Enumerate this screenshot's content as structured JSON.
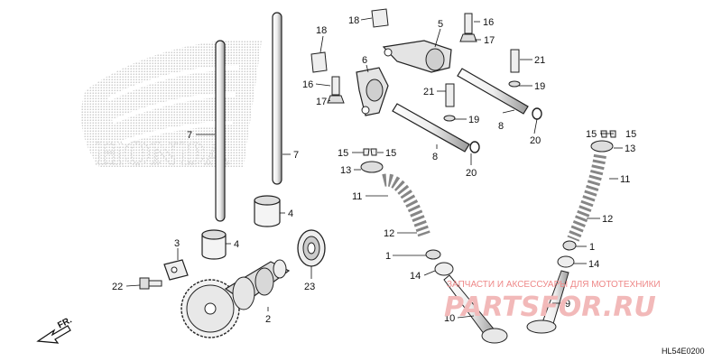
{
  "diagram": {
    "brand_text": "HONDA",
    "watermark_top": "ЗАПЧАСТИ И АКСЕССУАРЫ ДЛЯ МОТОТЕХНИКИ",
    "watermark_logo": "PARTSFOR.RU",
    "direction_label": "FR.",
    "drawing_code": "HL54E0200",
    "labels": [
      {
        "id": "p7a",
        "text": "7"
      },
      {
        "id": "p7b",
        "text": "7"
      },
      {
        "id": "p4a",
        "text": "4"
      },
      {
        "id": "p4b",
        "text": "4"
      },
      {
        "id": "p3",
        "text": "3"
      },
      {
        "id": "p22",
        "text": "22"
      },
      {
        "id": "p2",
        "text": "2"
      },
      {
        "id": "p23",
        "text": "23"
      },
      {
        "id": "p18a",
        "text": "18"
      },
      {
        "id": "p18b",
        "text": "18"
      },
      {
        "id": "p5",
        "text": "5"
      },
      {
        "id": "p16a",
        "text": "16"
      },
      {
        "id": "p17a",
        "text": "17"
      },
      {
        "id": "p6",
        "text": "6"
      },
      {
        "id": "p16b",
        "text": "16"
      },
      {
        "id": "p17b",
        "text": "17"
      },
      {
        "id": "p21a",
        "text": "21"
      },
      {
        "id": "p19a",
        "text": "19"
      },
      {
        "id": "p8a",
        "text": "8"
      },
      {
        "id": "p20a",
        "text": "20"
      },
      {
        "id": "p21b",
        "text": "21"
      },
      {
        "id": "p19b",
        "text": "19"
      },
      {
        "id": "p8b",
        "text": "8"
      },
      {
        "id": "p20b",
        "text": "20"
      },
      {
        "id": "p15a",
        "text": "15"
      },
      {
        "id": "p15b",
        "text": "15"
      },
      {
        "id": "p13a",
        "text": "13"
      },
      {
        "id": "p11a",
        "text": "11"
      },
      {
        "id": "p12a",
        "text": "12"
      },
      {
        "id": "p1a",
        "text": "1"
      },
      {
        "id": "p14a",
        "text": "14"
      },
      {
        "id": "p10",
        "text": "10"
      },
      {
        "id": "p15c",
        "text": "15"
      },
      {
        "id": "p15d",
        "text": "15"
      },
      {
        "id": "p13b",
        "text": "13"
      },
      {
        "id": "p11b",
        "text": "11"
      },
      {
        "id": "p12b",
        "text": "12"
      },
      {
        "id": "p1b",
        "text": "1"
      },
      {
        "id": "p14b",
        "text": "14"
      },
      {
        "id": "p9",
        "text": "9"
      }
    ]
  }
}
